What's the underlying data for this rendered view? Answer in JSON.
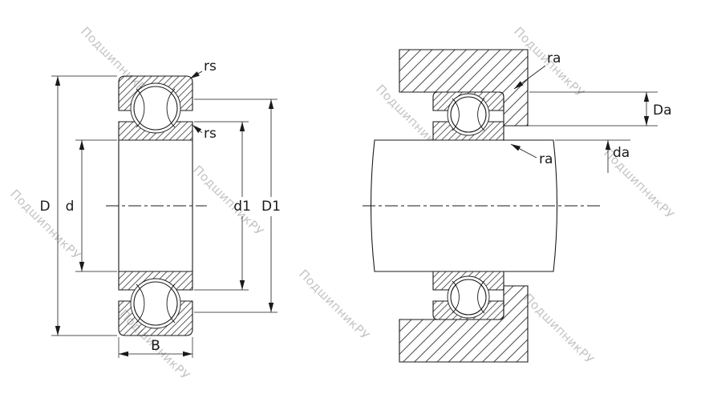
{
  "drawing": {
    "left_view": {
      "dimensions": {
        "outer_diameter": "D",
        "bore_diameter": "d",
        "inner_ring_shoulder_diameter": "d1",
        "outer_ring_shoulder_diameter": "D1",
        "width": "B",
        "chamfer_radius_outer": "rs",
        "chamfer_radius_inner": "rs"
      }
    },
    "right_view": {
      "dimensions": {
        "housing_fillet_radius": "ra",
        "shaft_fillet_radius": "ra",
        "housing_abutment_diameter": "Da",
        "shaft_abutment_diameter": "da"
      }
    }
  },
  "watermark": {
    "text": "ПодшипникРУ",
    "color": "#c4c4c4"
  },
  "colors": {
    "line": "#1a1a1a",
    "background": "#ffffff"
  }
}
